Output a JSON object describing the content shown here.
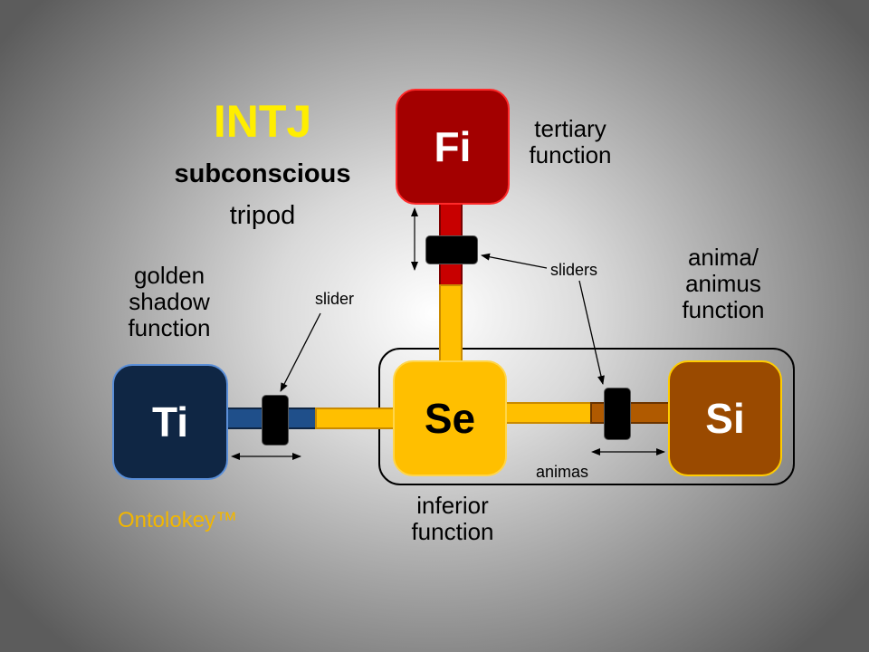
{
  "header": {
    "title": "INTJ",
    "subtitle_bold": "subconscious",
    "subtitle": "tripod"
  },
  "nodes": {
    "fi": {
      "code": "Fi",
      "label_line1": "tertiary",
      "label_line2": "function",
      "color": "#a30000"
    },
    "ti": {
      "code": "Ti",
      "label_line1": "golden",
      "label_line2": "shadow",
      "label_line3": "function",
      "color": "#0f2644"
    },
    "se": {
      "code": "Se",
      "label_line1": "inferior",
      "label_line2": "function",
      "color": "#ffbf00"
    },
    "si": {
      "code": "Si",
      "label_line1": "anima/",
      "label_line2": "animus",
      "label_line3": "function",
      "color": "#9a4a00"
    }
  },
  "annotations": {
    "slider": "slider",
    "sliders": "sliders",
    "animas": "animas"
  },
  "brand": "Ontolokey™"
}
